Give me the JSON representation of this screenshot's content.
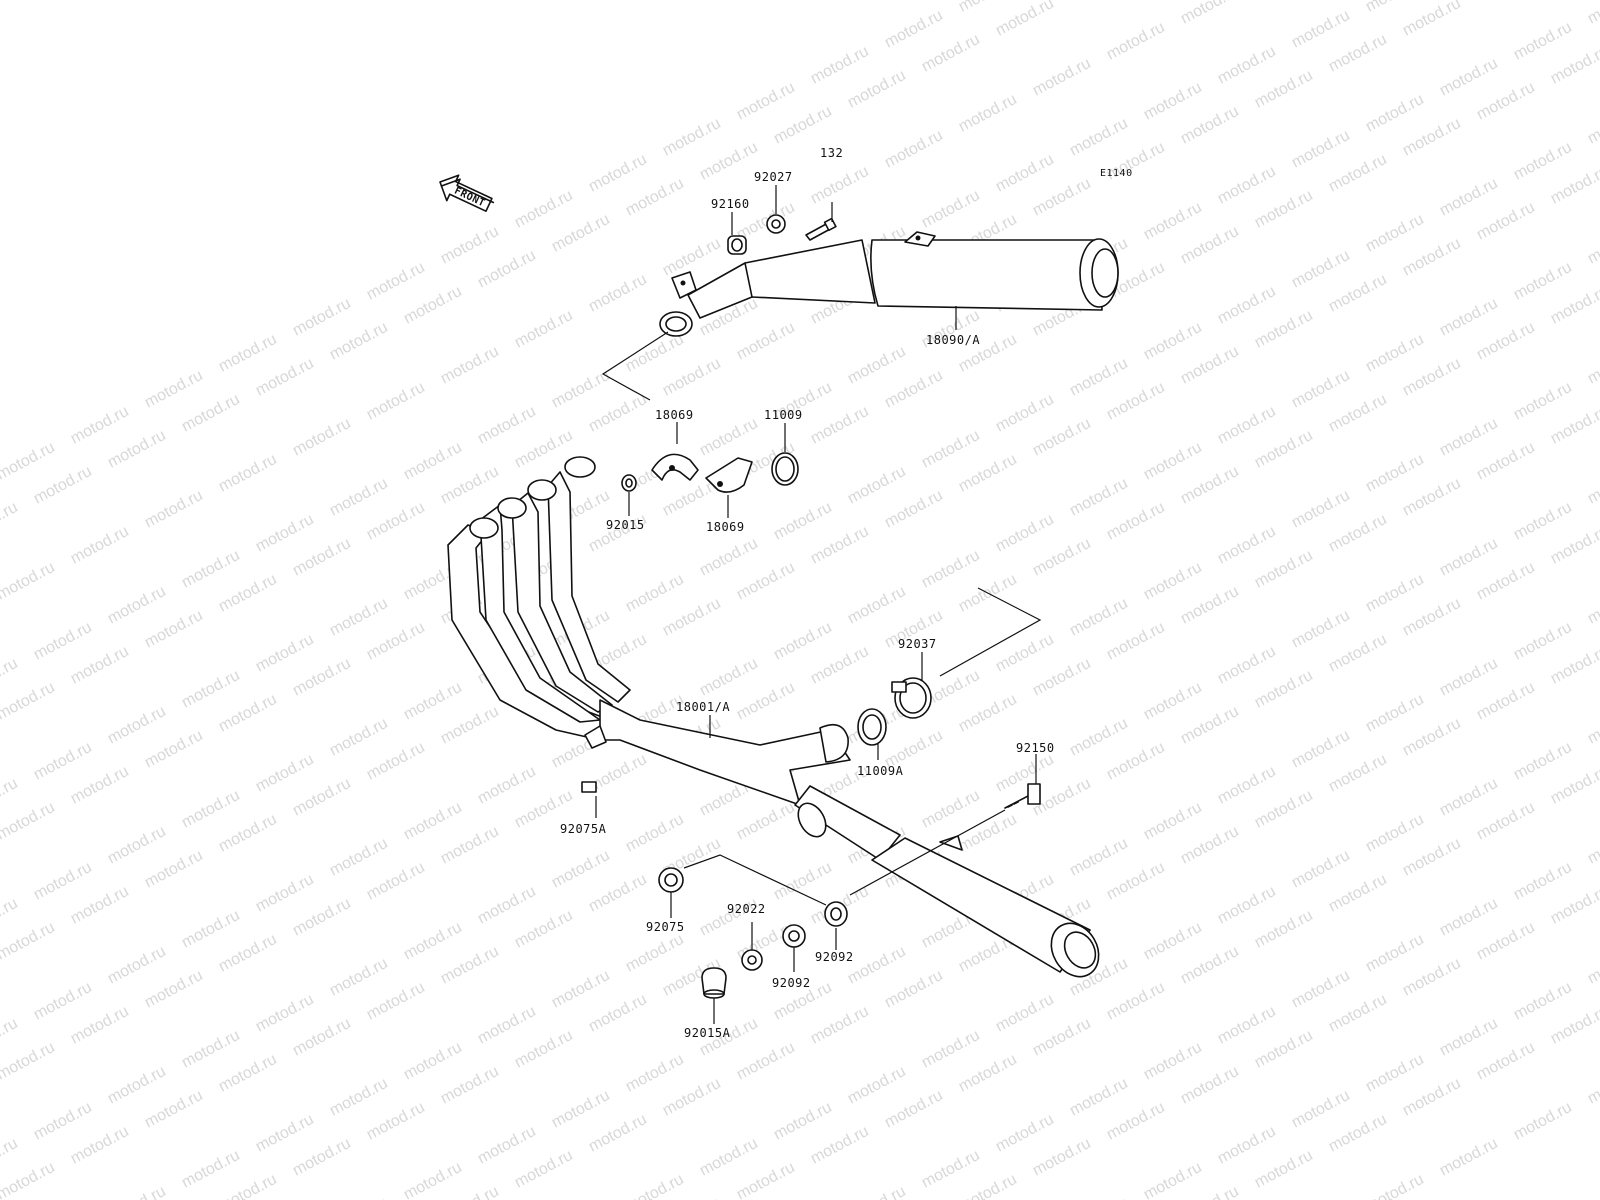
{
  "diagram": {
    "code": "E1140",
    "direction_label": "FRONT",
    "watermark": "motod.ru",
    "parts": {
      "p132": "132",
      "p92027": "92027",
      "p92160": "92160",
      "p18090A": "18090/A",
      "p18069_top": "18069",
      "p11009": "11009",
      "p92015": "92015",
      "p18069_bottom": "18069",
      "p92037": "92037",
      "p18001A": "18001/A",
      "p11009A": "11009A",
      "p92150": "92150",
      "p92075A": "92075A",
      "p92075": "92075",
      "p92022": "92022",
      "p92092_left": "92092",
      "p92092_right": "92092",
      "p92015A": "92015A"
    }
  }
}
